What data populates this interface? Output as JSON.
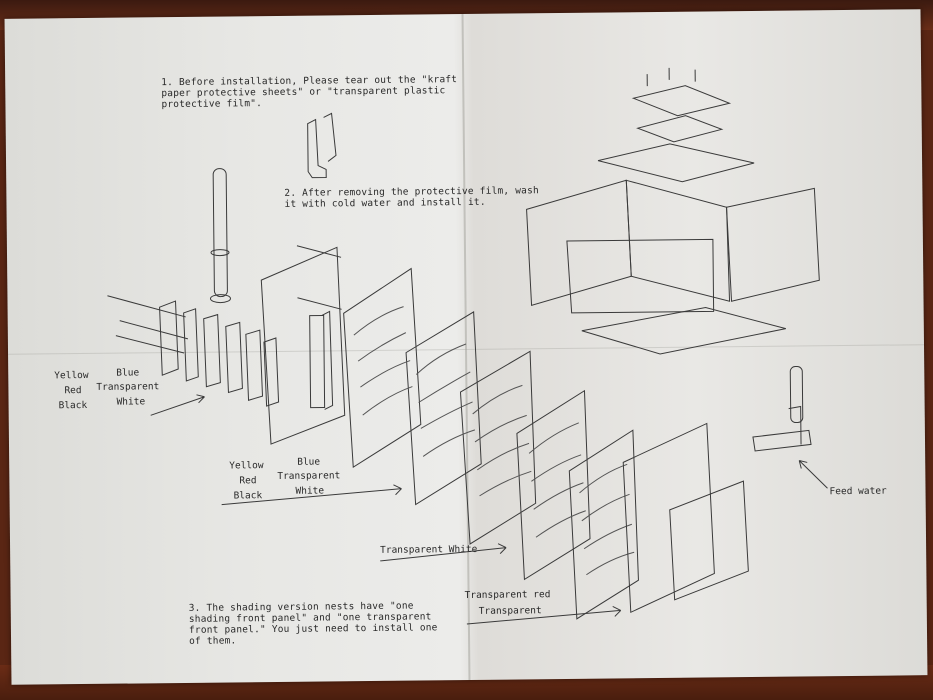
{
  "instructions": {
    "step1_line1": "1. Before installation, Please tear out the \"kraft",
    "step1_line2": "paper protective sheets\" or \"transparent plastic",
    "step1_line3": "protective film\".",
    "step2_line1": "2. After removing the protective film, wash",
    "step2_line2": "it with cold water and install it.",
    "step3_line1": "3. The shading version nests have \"one",
    "step3_line2": "shading front panel\" and \"one transparent",
    "step3_line3": "front panel.\" You just need to install one",
    "step3_line4": "of them."
  },
  "labels_group1": {
    "yellow": "Yellow",
    "blue": "Blue",
    "red": "Red",
    "transparent": "Transparent",
    "black": "Black",
    "white": "White"
  },
  "labels_group2": {
    "yellow": "Yellow",
    "blue": "Blue",
    "red": "Red",
    "transparent": "Transparent",
    "black": "Black",
    "white": "White"
  },
  "labels_group3": {
    "transparent_white": "Transparent White"
  },
  "labels_group4": {
    "transparent_red": "Transparent red",
    "transparent": "Transparent"
  },
  "labels_feed": {
    "feed_water": "Feed water"
  },
  "icons": [
    "arrow-icon"
  ],
  "colors": {
    "paper": "#e7e7e4",
    "ink": "#2a2a2a",
    "table": "#5a2614"
  }
}
